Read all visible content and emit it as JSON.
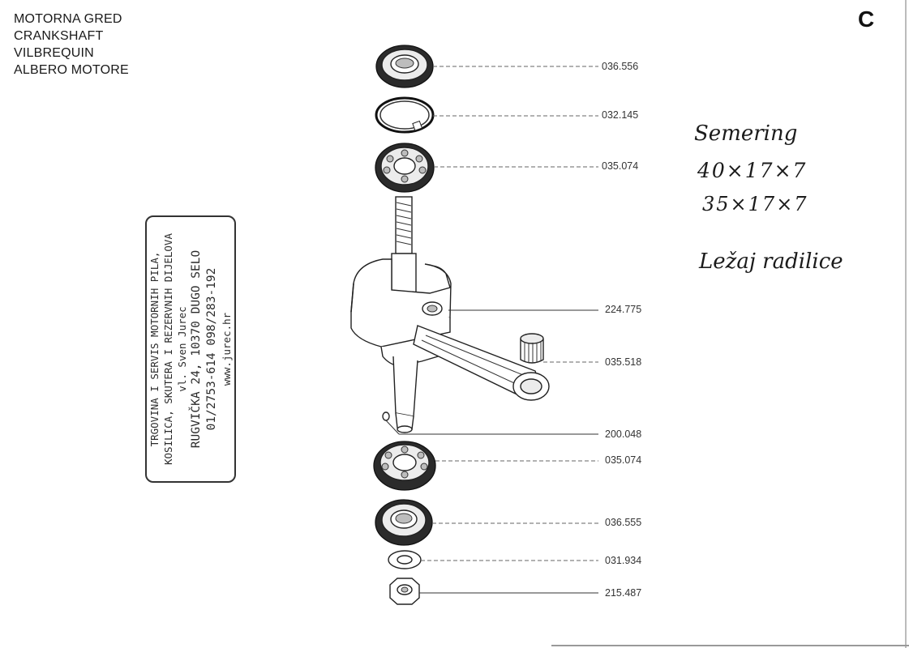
{
  "header": {
    "titles": [
      "MOTORNA GRED",
      "CRANKSHAFT",
      "VILBREQUIN",
      "ALBERO MOTORE"
    ],
    "sheet_letter": "C"
  },
  "stamp": {
    "lines": [
      "TRGOVINA I SERVIS MOTORNIH PILA,",
      "KOSILICA, SKUTERA I REZERVNIH DIJELOVA",
      "vl. Sven Jurec",
      "RUGVIČKA 24, 10370 DUGO SELO",
      "01/2753-614 098/283-192",
      "www.jurec.hr"
    ]
  },
  "parts": [
    {
      "number": "036.556",
      "item": "bearing"
    },
    {
      "number": "032.145",
      "item": "circlip"
    },
    {
      "number": "035.074",
      "item": "bearing"
    },
    {
      "number": "224.775",
      "item": "crankshaft"
    },
    {
      "number": "035.518",
      "item": "needle-cage"
    },
    {
      "number": "200.048",
      "item": "key"
    },
    {
      "number": "035.074",
      "item": "bearing"
    },
    {
      "number": "036.555",
      "item": "bearing"
    },
    {
      "number": "031.934",
      "item": "washer"
    },
    {
      "number": "215.487",
      "item": "nut"
    }
  ],
  "notes": {
    "line1": "Semering",
    "line2": "40×17×7",
    "line3": "35×17×7",
    "line4": "Ležaj radilice"
  }
}
